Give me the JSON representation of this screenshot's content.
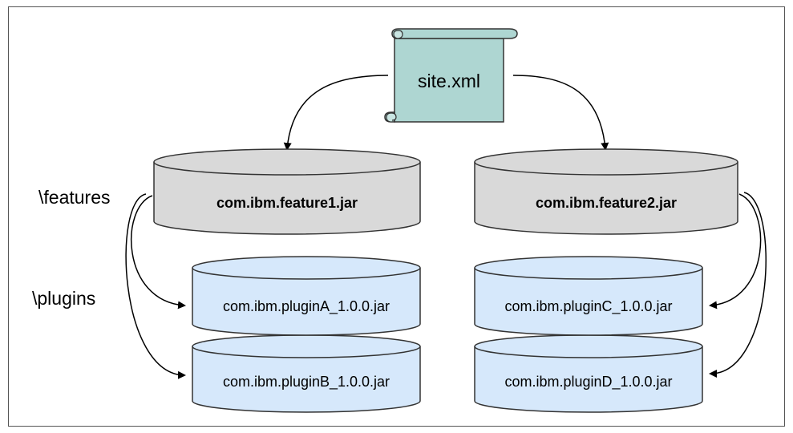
{
  "site_file": {
    "label": "site.xml"
  },
  "folders": {
    "features": "\\features",
    "plugins": "\\plugins"
  },
  "features": [
    {
      "label": "com.ibm.feature1.jar"
    },
    {
      "label": "com.ibm.feature2.jar"
    }
  ],
  "plugins": [
    {
      "label": "com.ibm.pluginA_1.0.0.jar"
    },
    {
      "label": "com.ibm.pluginB_1.0.0.jar"
    },
    {
      "label": "com.ibm.pluginC_1.0.0.jar"
    },
    {
      "label": "com.ibm.pluginD_1.0.0.jar"
    }
  ],
  "colors": {
    "scroll_fill": "#aed6d2",
    "feature_fill": "#d9d9d9",
    "plugin_fill": "#d6e8fb",
    "stroke": "#333333"
  }
}
